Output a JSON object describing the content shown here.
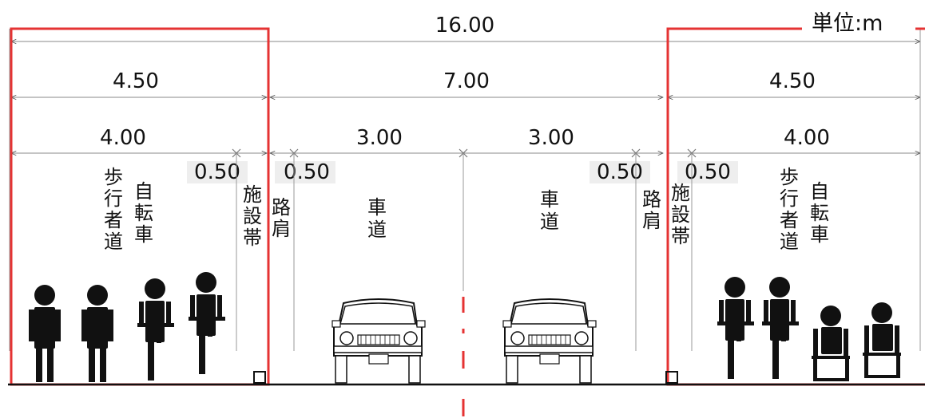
{
  "unit_label": "単位:m",
  "dimensions": {
    "total": "16.00",
    "left_side": "4.50",
    "carriageway": "7.00",
    "right_side": "4.50",
    "left_walk": "4.00",
    "lane_left": "3.00",
    "lane_right": "3.00",
    "right_walk": "4.00",
    "left_facility": "0.50",
    "left_shoulder": "0.50",
    "right_shoulder": "0.50",
    "right_facility": "0.50"
  },
  "labels": {
    "left_sidewalk": "歩行者道",
    "left_bike": "自転車",
    "left_facility": "施設帯",
    "left_shoulder": "路肩",
    "lane_left": "車道",
    "lane_right": "車道",
    "right_shoulder": "路肩",
    "right_facility": "施設帯",
    "right_sidewalk": "歩行者道",
    "right_bike": "自転車"
  }
}
